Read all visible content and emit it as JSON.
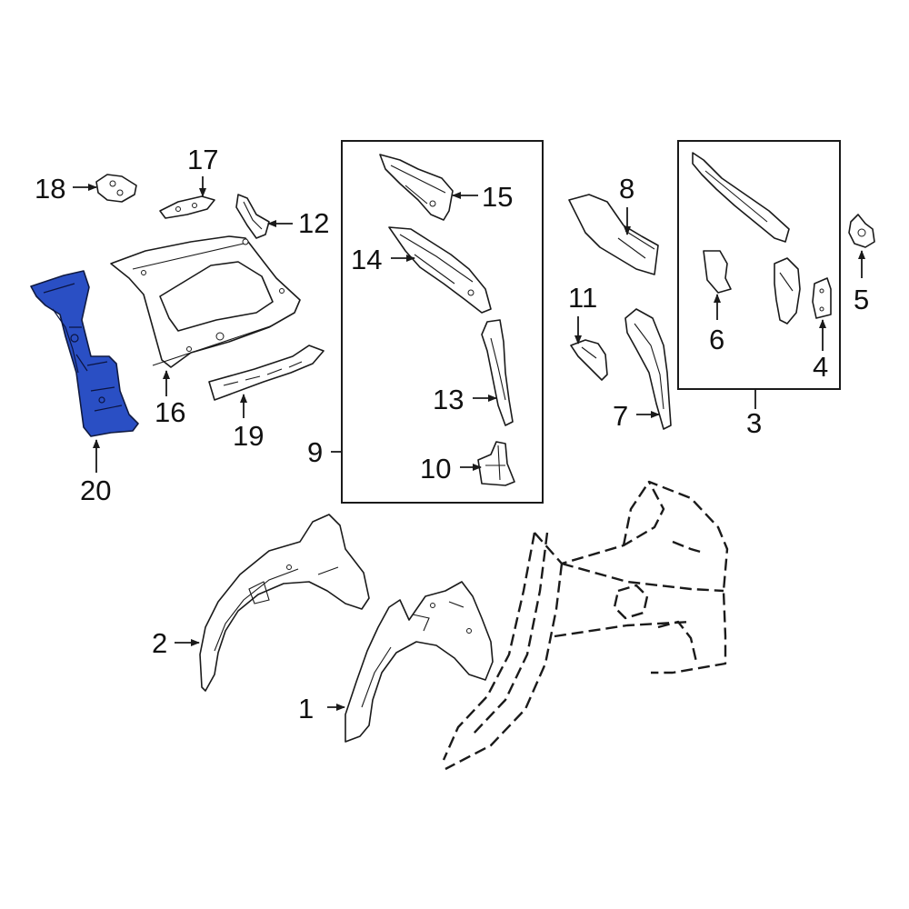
{
  "diagram": {
    "highlight_color": "#2a4fc4",
    "callouts": [
      {
        "id": "c1",
        "label": "1"
      },
      {
        "id": "c2",
        "label": "2"
      },
      {
        "id": "c3",
        "label": "3"
      },
      {
        "id": "c4",
        "label": "4"
      },
      {
        "id": "c5",
        "label": "5"
      },
      {
        "id": "c6",
        "label": "6"
      },
      {
        "id": "c7",
        "label": "7"
      },
      {
        "id": "c8",
        "label": "8"
      },
      {
        "id": "c9",
        "label": "9"
      },
      {
        "id": "c10",
        "label": "10"
      },
      {
        "id": "c11",
        "label": "11"
      },
      {
        "id": "c12",
        "label": "12"
      },
      {
        "id": "c13",
        "label": "13"
      },
      {
        "id": "c14",
        "label": "14"
      },
      {
        "id": "c15",
        "label": "15"
      },
      {
        "id": "c16",
        "label": "16"
      },
      {
        "id": "c17",
        "label": "17"
      },
      {
        "id": "c18",
        "label": "18"
      },
      {
        "id": "c19",
        "label": "19"
      },
      {
        "id": "c20",
        "label": "20"
      }
    ],
    "highlighted_part": "20"
  }
}
